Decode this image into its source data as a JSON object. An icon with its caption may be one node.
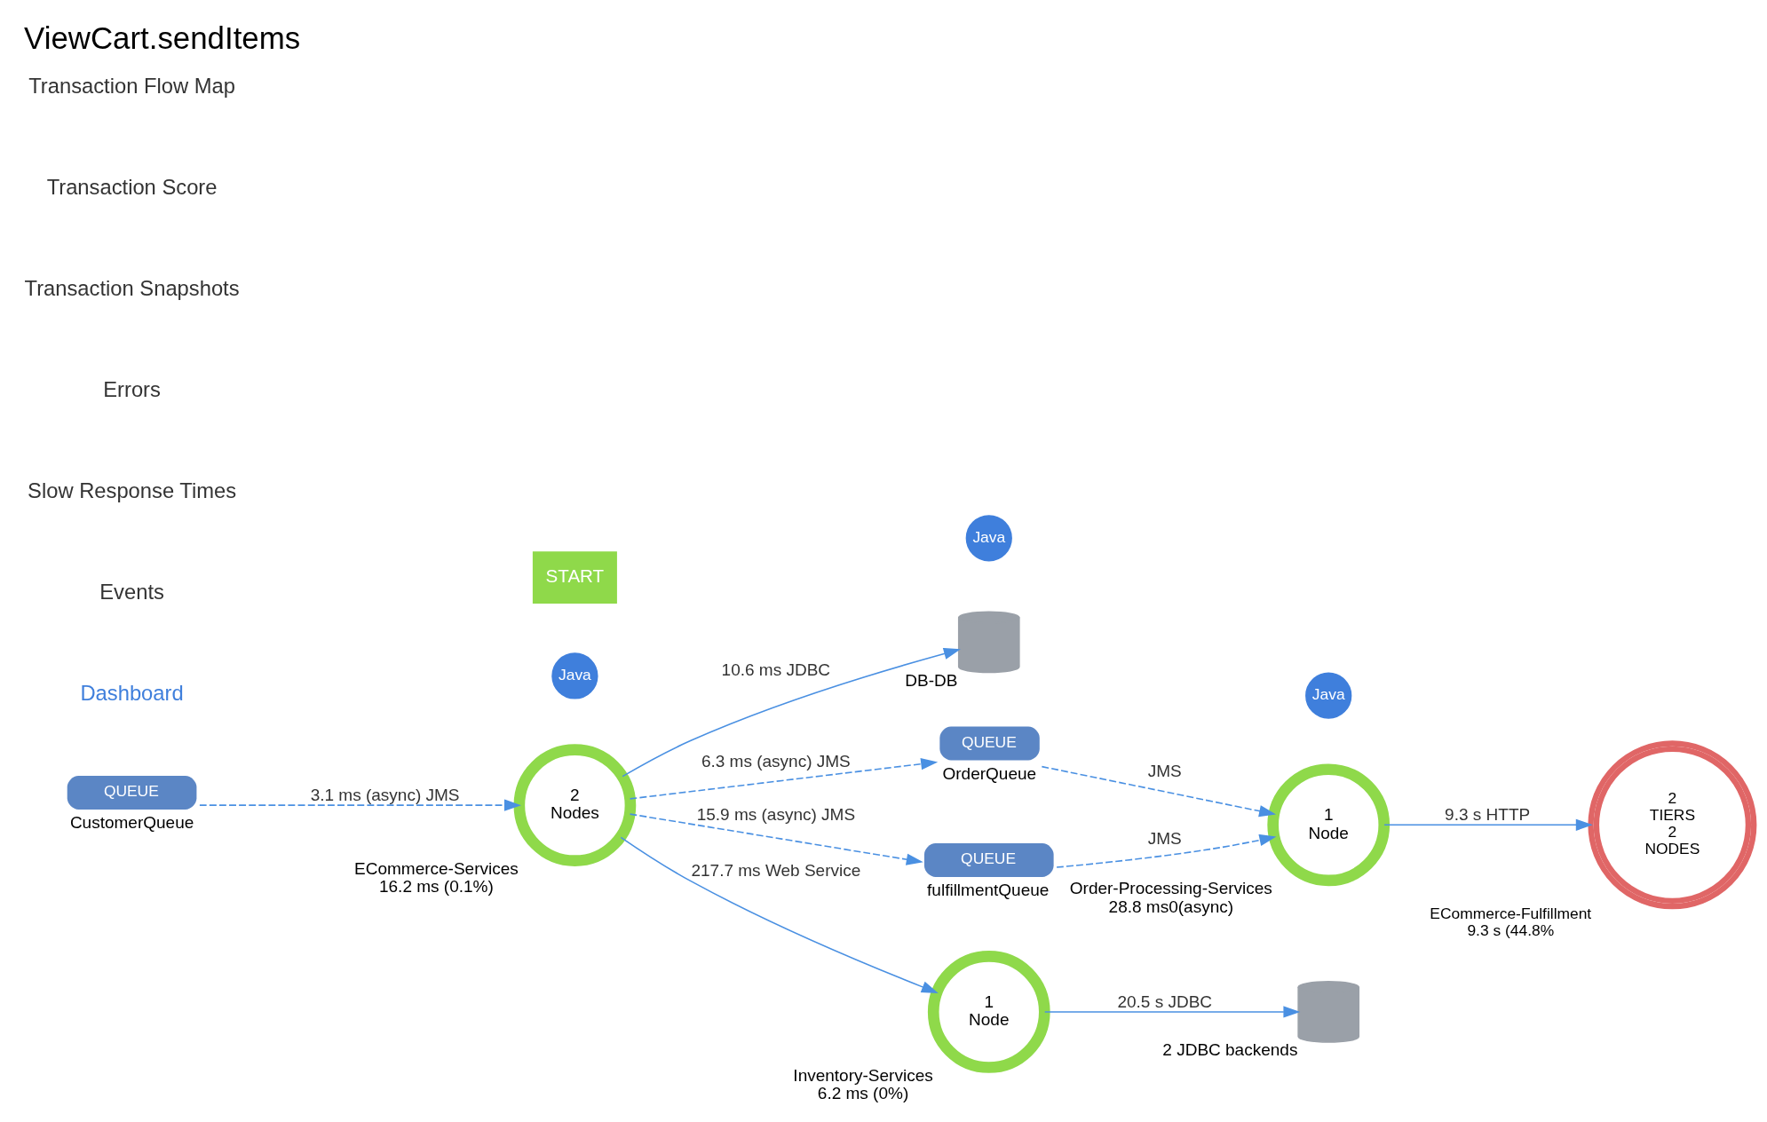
{
  "diagram": {
    "title": "ViewCart.sendItems",
    "nodes": [
      {
        "text": [],
        "shape": "cylinder",
        "beside": [
          "DB-DB"
        ]
      },
      {
        "text": [
          "QUEUE"
        ],
        "beside": [
          "CustomerQueue"
        ]
      },
      {
        "text": [
          "2",
          "TIERS",
          "2",
          "NODES"
        ],
        "beside": [
          "ECommerce-Fulfillment",
          "9.3 s (44.8%"
        ]
      },
      {
        "text": [
          "QUEUE"
        ],
        "beside": [
          "OrderQueue"
        ]
      },
      {
        "text": [
          "2",
          "Nodes"
        ],
        "beside": [
          "ECommerce-Services",
          "16.2 ms (0.1%)"
        ]
      },
      {
        "text": [
          "Java"
        ]
      },
      {
        "text": [
          "START"
        ]
      },
      {
        "text": [
          "1",
          "Node"
        ],
        "beside": [
          "Order-Processing-Services",
          "28.8 ms0(async)"
        ]
      },
      {
        "text": [
          "Java"
        ]
      },
      {
        "text": [
          "QUEUE"
        ],
        "beside": [
          "fulfillmentQueue"
        ]
      },
      {
        "text": [
          "1",
          "Node"
        ],
        "beside": [
          "Inventory-Services",
          "6.2 ms (0%)"
        ]
      },
      {
        "text": [
          "Java"
        ]
      },
      {
        "text": [],
        "shape": "cylinder",
        "beside": [
          "2 JDBC backends"
        ]
      }
    ],
    "edges": [
      {
        "from": 4,
        "to": 0,
        "arrow": "to",
        "label": "10.6 ms JDBC"
      },
      {
        "from": 1,
        "to": 4,
        "arrow": "to",
        "style": "dashed",
        "label": "3.1 ms (async) JMS"
      },
      {
        "from": 4,
        "to": 3,
        "arrow": "to",
        "style": "dashed",
        "label": "6.3 ms (async) JMS"
      },
      {
        "from": 4,
        "to": 9,
        "arrow": "to",
        "style": "dashed",
        "label": "15.9 ms (async) JMS"
      },
      {
        "from": 3,
        "to": 7,
        "arrow": "to",
        "style": "dashed",
        "label": "JMS"
      },
      {
        "from": 9,
        "to": 7,
        "arrow": "to",
        "style": "dashed",
        "label": "JMS"
      },
      {
        "from": 4,
        "to": 10,
        "arrow": "to",
        "label": "217.7 ms Web Service"
      },
      {
        "from": 7,
        "to": 2,
        "arrow": "to",
        "label": "9.3 s HTTP"
      },
      {
        "from": 10,
        "to": 12,
        "arrow": "to",
        "label": "20.5 s JDBC"
      }
    ],
    "labels": [
      "Dashboard",
      "Events",
      "Slow Response Times",
      "Errors",
      "Transaction Snapshots",
      "Transaction Score",
      "Transaction Flow Map"
    ]
  }
}
